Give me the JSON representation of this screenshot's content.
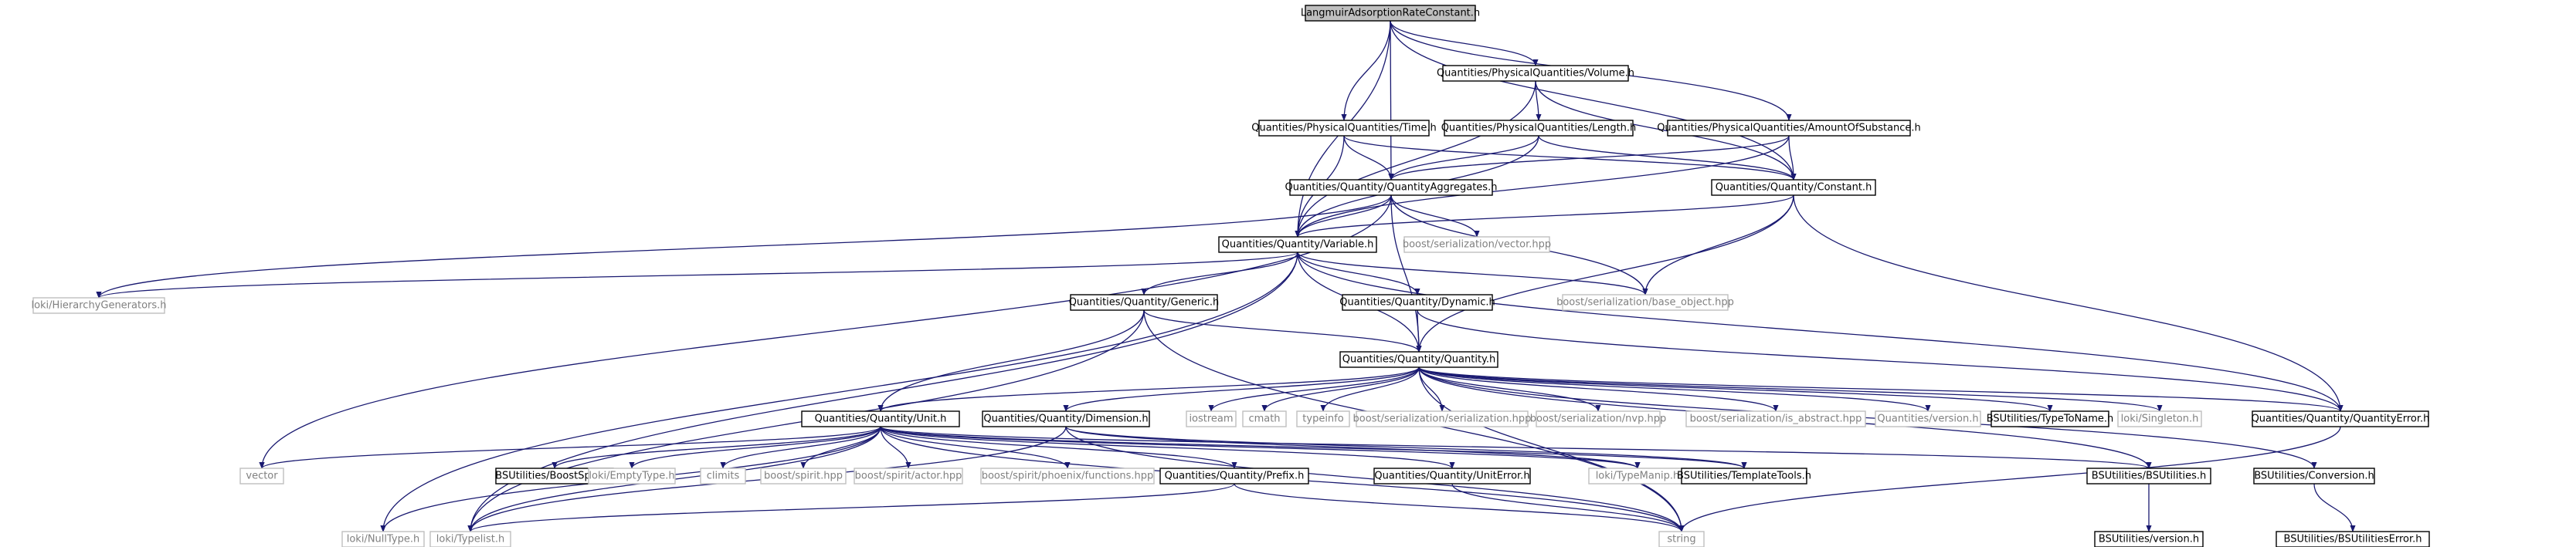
{
  "colors": {
    "edge": "#191970",
    "root_fill": "#bfbfbf",
    "project_border": "#000000",
    "external_border": "#bfbfbf",
    "project_text": "#000000",
    "external_text": "#808080"
  },
  "nodes": [
    {
      "id": "root",
      "label": "LangmuirAdsorptionRateConstant.h",
      "kind": "root"
    },
    {
      "id": "volume",
      "label": "Quantities/PhysicalQuantities/Volume.h",
      "kind": "project"
    },
    {
      "id": "time",
      "label": "Quantities/PhysicalQuantities/Time.h",
      "kind": "project"
    },
    {
      "id": "length",
      "label": "Quantities/PhysicalQuantities/Length.h",
      "kind": "project"
    },
    {
      "id": "amount",
      "label": "Quantities/PhysicalQuantities/AmountOfSubstance.h",
      "kind": "project"
    },
    {
      "id": "aggregates",
      "label": "Quantities/Quantity/QuantityAggregates.h",
      "kind": "project"
    },
    {
      "id": "constant",
      "label": "Quantities/Quantity/Constant.h",
      "kind": "project"
    },
    {
      "id": "variable",
      "label": "Quantities/Quantity/Variable.h",
      "kind": "project"
    },
    {
      "id": "vectorhpp",
      "label": "boost/serialization/vector.hpp",
      "kind": "external"
    },
    {
      "id": "hierarchy",
      "label": "loki/HierarchyGenerators.h",
      "kind": "external"
    },
    {
      "id": "generic",
      "label": "Quantities/Quantity/Generic.h",
      "kind": "project"
    },
    {
      "id": "dynamic",
      "label": "Quantities/Quantity/Dynamic.h",
      "kind": "project"
    },
    {
      "id": "baseobject",
      "label": "boost/serialization/base_object.hpp",
      "kind": "external"
    },
    {
      "id": "quantity",
      "label": "Quantities/Quantity/Quantity.h",
      "kind": "project"
    },
    {
      "id": "unit",
      "label": "Quantities/Quantity/Unit.h",
      "kind": "project"
    },
    {
      "id": "dimension",
      "label": "Quantities/Quantity/Dimension.h",
      "kind": "project"
    },
    {
      "id": "iostream",
      "label": "iostream",
      "kind": "external"
    },
    {
      "id": "cmath",
      "label": "cmath",
      "kind": "external"
    },
    {
      "id": "typeinfo",
      "label": "typeinfo",
      "kind": "external"
    },
    {
      "id": "serialization",
      "label": "boost/serialization/serialization.hpp",
      "kind": "external"
    },
    {
      "id": "nvp",
      "label": "boost/serialization/nvp.hpp",
      "kind": "external"
    },
    {
      "id": "isabstract",
      "label": "boost/serialization/is_abstract.hpp",
      "kind": "external"
    },
    {
      "id": "qversion",
      "label": "Quantities/version.h",
      "kind": "external"
    },
    {
      "id": "typetoname",
      "label": "BSUtilities/TypeToName.h",
      "kind": "project"
    },
    {
      "id": "singleton",
      "label": "loki/Singleton.h",
      "kind": "external"
    },
    {
      "id": "quantityerror",
      "label": "Quantities/Quantity/QuantityError.h",
      "kind": "project"
    },
    {
      "id": "vector",
      "label": "vector",
      "kind": "external"
    },
    {
      "id": "boostspirit",
      "label": "BSUtilities/BoostSpirit.h",
      "kind": "project"
    },
    {
      "id": "emptytype",
      "label": "loki/EmptyType.h",
      "kind": "external"
    },
    {
      "id": "climits",
      "label": "climits",
      "kind": "external"
    },
    {
      "id": "spirit",
      "label": "boost/spirit.hpp",
      "kind": "external"
    },
    {
      "id": "actor",
      "label": "boost/spirit/actor.hpp",
      "kind": "external"
    },
    {
      "id": "phoenix",
      "label": "boost/spirit/phoenix/functions.hpp",
      "kind": "external"
    },
    {
      "id": "prefix",
      "label": "Quantities/Quantity/Prefix.h",
      "kind": "project"
    },
    {
      "id": "uniterror",
      "label": "Quantities/Quantity/UnitError.h",
      "kind": "project"
    },
    {
      "id": "typemanip",
      "label": "loki/TypeManip.h",
      "kind": "external"
    },
    {
      "id": "templatetools",
      "label": "BSUtilities/TemplateTools.h",
      "kind": "project"
    },
    {
      "id": "bsutilities",
      "label": "BSUtilities/BSUtilities.h",
      "kind": "project"
    },
    {
      "id": "conversion",
      "label": "BSUtilities/Conversion.h",
      "kind": "project"
    },
    {
      "id": "nulltype",
      "label": "loki/NullType.h",
      "kind": "external"
    },
    {
      "id": "typelist",
      "label": "loki/Typelist.h",
      "kind": "external"
    },
    {
      "id": "string",
      "label": "string",
      "kind": "external"
    },
    {
      "id": "bsversion",
      "label": "BSUtilities/version.h",
      "kind": "project"
    },
    {
      "id": "bserror",
      "label": "BSUtilities/BSUtilitiesError.h",
      "kind": "project"
    }
  ],
  "edges": [
    [
      "root",
      "volume"
    ],
    [
      "root",
      "time"
    ],
    [
      "root",
      "amount"
    ],
    [
      "root",
      "aggregates"
    ],
    [
      "root",
      "variable"
    ],
    [
      "root",
      "constant"
    ],
    [
      "volume",
      "length"
    ],
    [
      "volume",
      "variable"
    ],
    [
      "volume",
      "constant"
    ],
    [
      "time",
      "aggregates"
    ],
    [
      "time",
      "variable"
    ],
    [
      "time",
      "constant"
    ],
    [
      "length",
      "aggregates"
    ],
    [
      "length",
      "variable"
    ],
    [
      "length",
      "constant"
    ],
    [
      "amount",
      "aggregates"
    ],
    [
      "amount",
      "variable"
    ],
    [
      "amount",
      "constant"
    ],
    [
      "aggregates",
      "variable"
    ],
    [
      "aggregates",
      "vectorhpp"
    ],
    [
      "aggregates",
      "baseobject"
    ],
    [
      "aggregates",
      "vector"
    ],
    [
      "aggregates",
      "hierarchy"
    ],
    [
      "aggregates",
      "quantity"
    ],
    [
      "constant",
      "variable"
    ],
    [
      "constant",
      "baseobject"
    ],
    [
      "constant",
      "quantity"
    ],
    [
      "constant",
      "quantityerror"
    ],
    [
      "variable",
      "hierarchy"
    ],
    [
      "variable",
      "generic"
    ],
    [
      "variable",
      "dynamic"
    ],
    [
      "variable",
      "baseobject"
    ],
    [
      "variable",
      "quantity"
    ],
    [
      "variable",
      "quantityerror"
    ],
    [
      "variable",
      "nulltype"
    ],
    [
      "variable",
      "typelist"
    ],
    [
      "generic",
      "quantity"
    ],
    [
      "generic",
      "unit"
    ],
    [
      "generic",
      "typelist"
    ],
    [
      "generic",
      "string"
    ],
    [
      "dynamic",
      "quantity"
    ],
    [
      "dynamic",
      "quantityerror"
    ],
    [
      "quantity",
      "unit"
    ],
    [
      "quantity",
      "dimension"
    ],
    [
      "quantity",
      "iostream"
    ],
    [
      "quantity",
      "cmath"
    ],
    [
      "quantity",
      "typeinfo"
    ],
    [
      "quantity",
      "serialization"
    ],
    [
      "quantity",
      "nvp"
    ],
    [
      "quantity",
      "isabstract"
    ],
    [
      "quantity",
      "qversion"
    ],
    [
      "quantity",
      "typetoname"
    ],
    [
      "quantity",
      "singleton"
    ],
    [
      "quantity",
      "quantityerror"
    ],
    [
      "quantity",
      "bsutilities"
    ],
    [
      "quantity",
      "conversion"
    ],
    [
      "quantity",
      "string"
    ],
    [
      "unit",
      "vector"
    ],
    [
      "unit",
      "boostspirit"
    ],
    [
      "unit",
      "emptytype"
    ],
    [
      "unit",
      "climits"
    ],
    [
      "unit",
      "spirit"
    ],
    [
      "unit",
      "actor"
    ],
    [
      "unit",
      "phoenix"
    ],
    [
      "unit",
      "prefix"
    ],
    [
      "unit",
      "uniterror"
    ],
    [
      "unit",
      "typemanip"
    ],
    [
      "unit",
      "templatetools"
    ],
    [
      "unit",
      "bsutilities"
    ],
    [
      "unit",
      "nulltype"
    ],
    [
      "unit",
      "typelist"
    ],
    [
      "unit",
      "string"
    ],
    [
      "dimension",
      "typemanip"
    ],
    [
      "dimension",
      "templatetools"
    ],
    [
      "dimension",
      "typelist"
    ],
    [
      "dimension",
      "string"
    ],
    [
      "prefix",
      "typelist"
    ],
    [
      "prefix",
      "string"
    ],
    [
      "uniterror",
      "string"
    ],
    [
      "bsutilities",
      "bsversion"
    ],
    [
      "conversion",
      "bserror"
    ],
    [
      "quantityerror",
      "string"
    ]
  ]
}
